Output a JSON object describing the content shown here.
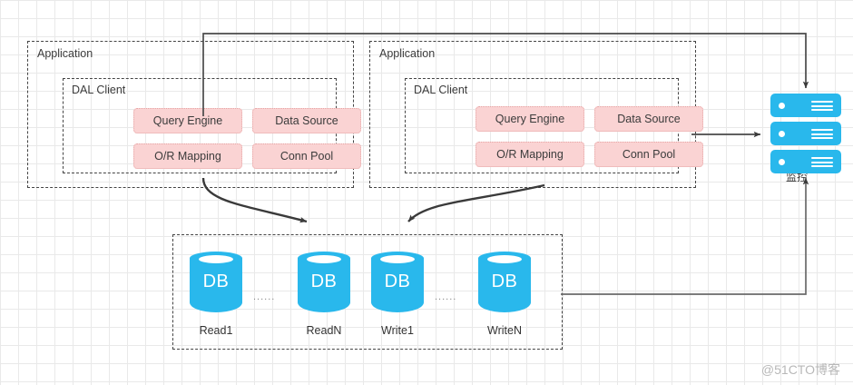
{
  "diagram": {
    "watermark": "@51CTO博客",
    "colors": {
      "chip_fill": "#fad3d3",
      "chip_border": "#e6a5a5",
      "db_fill": "#29b8ec",
      "server_fill": "#29b8ec",
      "line": "#444444",
      "grid": "#e9e9e9"
    },
    "applications": [
      {
        "title": "Application",
        "dal": {
          "title": "DAL Client",
          "modules": [
            "Query Engine",
            "Data Source",
            "O/R Mapping",
            "Conn Pool"
          ]
        }
      },
      {
        "title": "Application",
        "dal": {
          "title": "DAL Client",
          "modules": [
            "Query Engine",
            "Data Source",
            "O/R Mapping",
            "Conn Pool"
          ]
        }
      }
    ],
    "databases": [
      {
        "glyph": "DB",
        "label": "Read1"
      },
      {
        "glyph": "DB",
        "label": "ReadN"
      },
      {
        "glyph": "DB",
        "label": "Write1"
      },
      {
        "glyph": "DB",
        "label": "WriteN"
      }
    ],
    "db_separators": [
      "......",
      "......"
    ],
    "servers": [
      {
        "name": "server-top"
      },
      {
        "name": "server-middle"
      },
      {
        "name": "server-bottom"
      }
    ],
    "labels": {
      "monitor": "监控"
    }
  }
}
